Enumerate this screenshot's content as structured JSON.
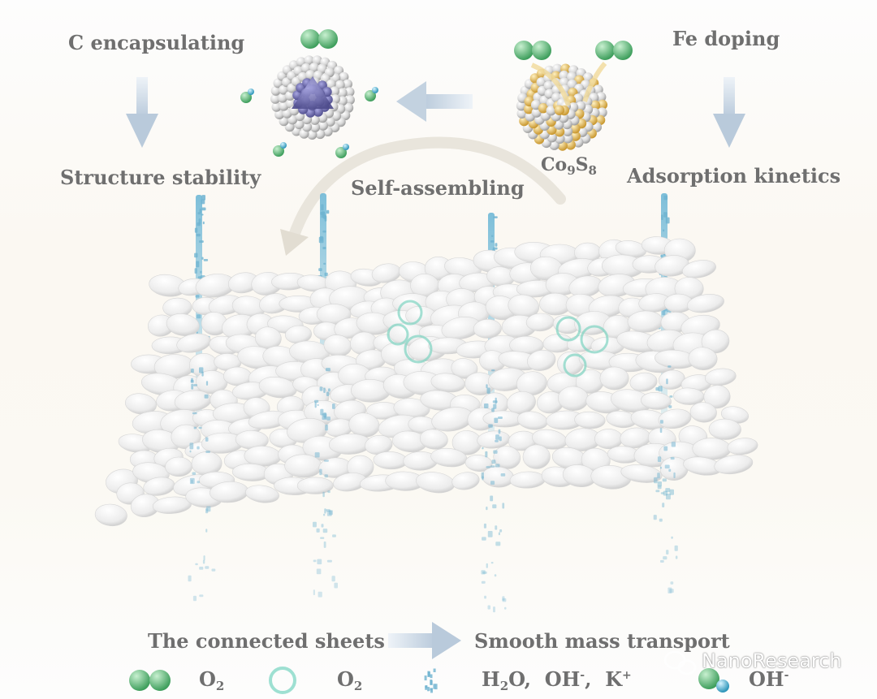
{
  "labels": {
    "c_encapsulating": "C encapsulating",
    "fe_doping": "Fe doping",
    "structure_stability": "Structure stability",
    "adsorption_kinetics": "Adsorption kinetics",
    "self_assembling": "Self-assembling",
    "co9s8": {
      "co": "Co",
      "n1": "9",
      "s": "S",
      "n2": "8"
    },
    "connected_sheets": "The connected sheets",
    "smooth_mass_transport": "Smooth mass transport"
  },
  "legend": {
    "o2_molecule": {
      "base": "O",
      "sub": "2"
    },
    "o2_bubble": {
      "base": "O",
      "sub": "2"
    },
    "ions": {
      "h2o": "H",
      "h2o_sub": "2",
      "h2o_tail": "O,",
      "oh": "OH",
      "oh_sup": "-",
      "sep": ",",
      "k": "K",
      "k_sup": "+"
    },
    "hydroxide": {
      "base": "OH",
      "sup": "-"
    }
  },
  "watermark": "NanoResearch",
  "colors": {
    "label": "#6f6f6f",
    "arrow": "#c3d2e0",
    "water": "#5aa8c8",
    "o2_green": "#6fc48a",
    "bubble": "#7fd4c2",
    "sulfur": "#e2b552",
    "core": "#6c6aa8",
    "sheet": "#eeeeee"
  }
}
